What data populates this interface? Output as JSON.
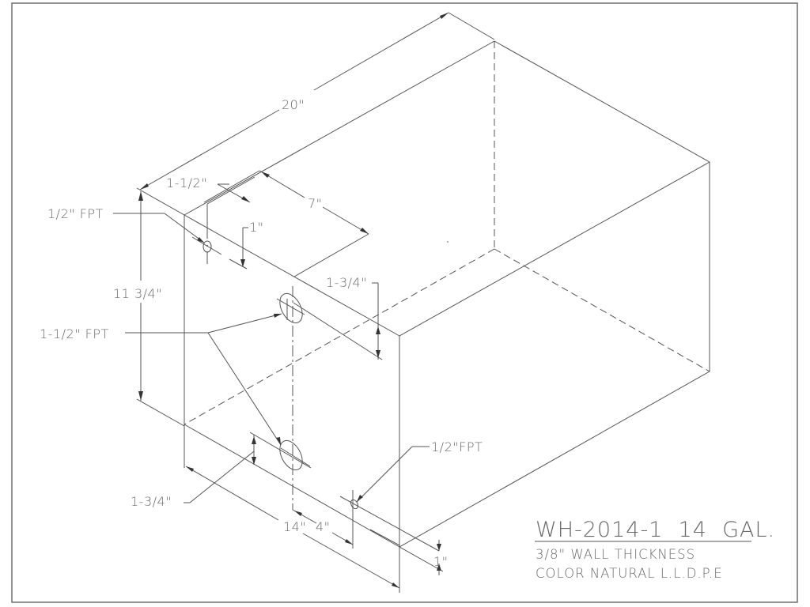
{
  "drawing": {
    "type": "isometric technical drawing",
    "subject": "water holding tank",
    "title_block": {
      "part_number_line": "WH-2014-1  14  GAL.",
      "wall_thickness": "3/8\" WALL THICKNESS",
      "material": "COLOR NATURAL L.L.D.P.E"
    },
    "dimensions": {
      "length": "20\"",
      "height": "11 3/4\"",
      "top_fitting_offset_side": "1-1/2\"",
      "top_fitting_offset_back": "7\"",
      "top_fitting_drop": "1\"",
      "upper_large_fitting_drop": "1-3/4\"",
      "lower_large_fitting_rise": "1-3/4\"",
      "bottom_length": "14\"",
      "bottom_small_offset": "4\"",
      "bottom_small_rise": "1\""
    },
    "callouts": {
      "upper_small_fitting": "1/2\" FPT",
      "large_fittings": "1-1/2\" FPT",
      "lower_small_fitting": "1/2\"FPT"
    }
  }
}
